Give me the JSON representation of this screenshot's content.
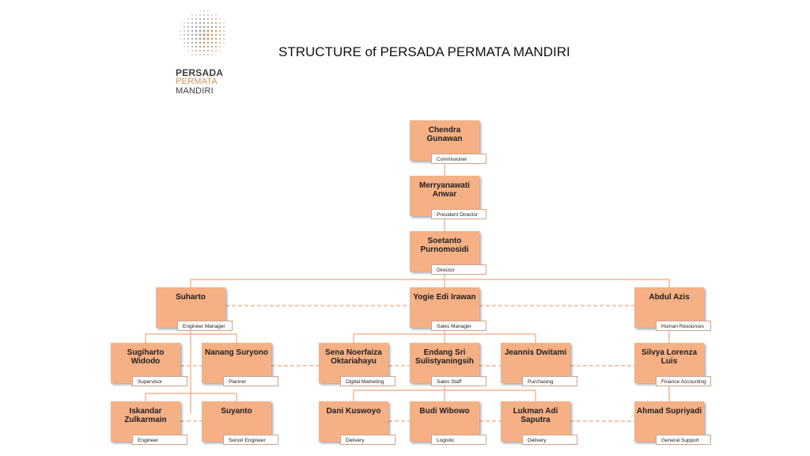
{
  "logo": {
    "line1": "PERSADA",
    "line2": "PERMATA",
    "line3": "MANDIRI"
  },
  "title": "STRUCTURE of PERSADA PERMATA MANDIRI",
  "colors": {
    "box": "#f5b085",
    "line": "#f2a57c"
  },
  "nodes": {
    "chendra": {
      "name": "Chendra Gunawan",
      "role": "Commisioner"
    },
    "merry": {
      "name": "Merryanawati Anwar",
      "role": "President Director"
    },
    "soetanto": {
      "name": "Soetanto Purnomosidi",
      "role": "Director"
    },
    "suharto": {
      "name": "Suharto",
      "role": "Engineer Manager"
    },
    "yogie": {
      "name": "Yogie Edi Irawan",
      "role": "Sales Manager"
    },
    "abdul": {
      "name": "Abdul Azis",
      "role": "Human Resources"
    },
    "sugiharto": {
      "name": "Sugiharto Widodo",
      "role": "Supervisor"
    },
    "nanang": {
      "name": "Nanang Suryono",
      "role": "Planner"
    },
    "sena": {
      "name": "Sena Noerfaiza Oktariahayu",
      "role": "Digital Marketing"
    },
    "endang": {
      "name": "Endang Sri Sulistyaningsih",
      "role": "Sales Staff"
    },
    "jeannis": {
      "name": "Jeannis Dwitami",
      "role": "Purchasing"
    },
    "silvya": {
      "name": "Silvya Lorenza Luis",
      "role": "Finance Accounting"
    },
    "iskandar": {
      "name": "Iskandar Zulkarmain",
      "role": "Engineer"
    },
    "suyanto": {
      "name": "Suyanto",
      "role": "Senoir Engineer"
    },
    "dani": {
      "name": "Dani Kuswoyo",
      "role": "Delivery"
    },
    "budi": {
      "name": "Budi Wibowo",
      "role": "Logistic"
    },
    "lukman": {
      "name": "Lukman Adi Saputra",
      "role": "Delivery"
    },
    "ahmad": {
      "name": "Ahmad Supriyadi",
      "role": "General Support"
    }
  }
}
